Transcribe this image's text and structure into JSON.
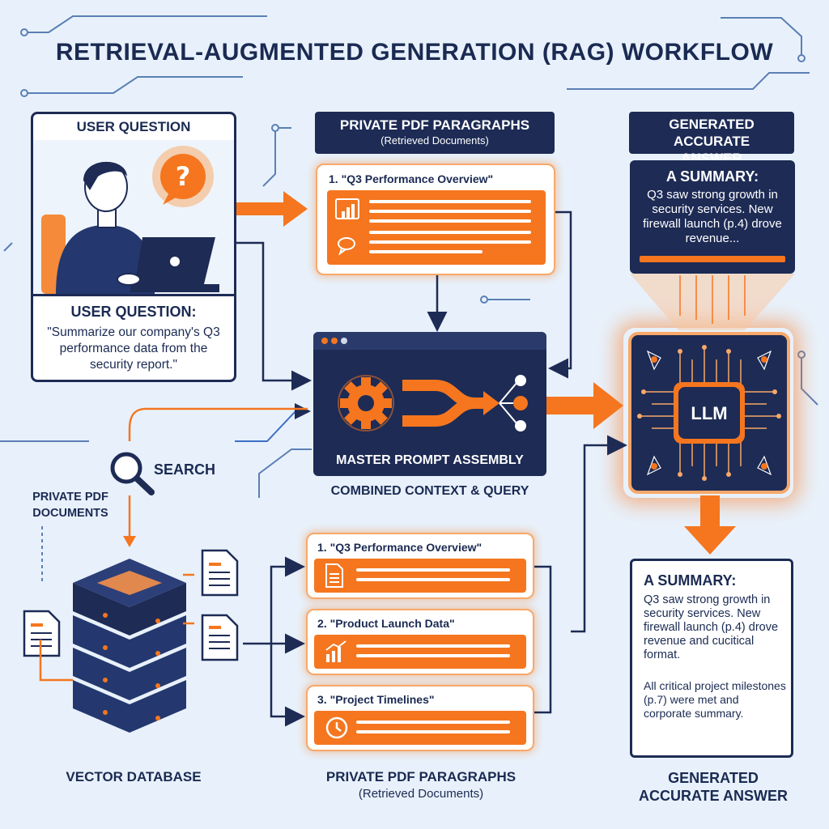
{
  "title": "RETRIEVAL-AUGMENTED GENERATION (RAG) WORKFLOW",
  "user_question": {
    "header": "USER QUESTION",
    "label": "USER QUESTION:",
    "text": "\"Summarize our company's Q3 performance data from the security report.\""
  },
  "retrieved_top": {
    "header": "PRIVATE PDF PARAGRAPHS",
    "subheader": "(Retrieved Documents)",
    "item_title": "1. \"Q3 Performance Overview\""
  },
  "answer_top": {
    "header": "GENERATED ACCURATE ANSWER",
    "summary_label": "A SUMMARY:",
    "summary_text": "Q3 saw strong growth in security services. New firewall launch (p.4) drove revenue..."
  },
  "prompt_assembly": {
    "window_label": "MASTER PROMPT ASSEMBLY",
    "caption": "COMBINED CONTEXT & QUERY"
  },
  "llm": {
    "label": "LLM"
  },
  "search": {
    "label": "SEARCH"
  },
  "private_docs": {
    "label": "PRIVATE PDF DOCUMENTS"
  },
  "vector_db": {
    "label": "VECTOR DATABASE"
  },
  "retrieved_bottom": {
    "items": [
      {
        "title": "1. \"Q3 Performance Overview\"",
        "icon": "document-icon"
      },
      {
        "title": "2. \"Product Launch Data\"",
        "icon": "bar-chart-icon"
      },
      {
        "title": "3. \"Project Timelines\"",
        "icon": "clock-icon"
      }
    ],
    "caption": "PRIVATE PDF PARAGRAPHS",
    "subcaption": "(Retrieved Documents)"
  },
  "answer_bottom": {
    "summary_label": "A SUMMARY:",
    "summary_text": "Q3 saw strong growth in security services. New firewall launch (p.4) drove revenue and cucitical format.",
    "summary_text_2": "All critical project milestones (p.7) were met and corporate summary.",
    "caption": "GENERATED ACCURATE ANSWER"
  },
  "colors": {
    "navy": "#1d2b55",
    "orange": "#f5761f",
    "background": "#e8f1fb"
  }
}
